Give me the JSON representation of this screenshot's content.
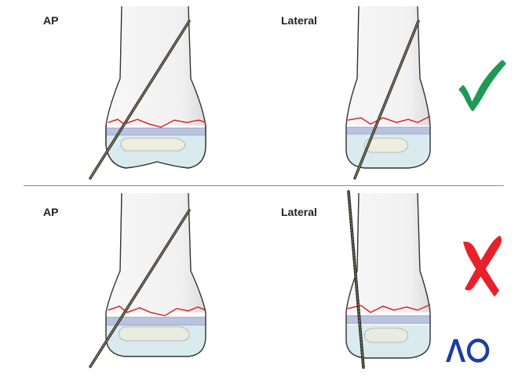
{
  "panels": [
    {
      "label": "AP",
      "view": "ap",
      "verdict": "correct"
    },
    {
      "label": "Lateral",
      "view": "lateral",
      "verdict": "correct"
    },
    {
      "label": "AP",
      "view": "ap",
      "verdict": "incorrect"
    },
    {
      "label": "Lateral",
      "view": "lateral",
      "verdict": "incorrect"
    }
  ],
  "icons": {
    "correct": "check-mark-icon",
    "incorrect": "cross-mark-icon",
    "logo": "ao-logo"
  },
  "logo_text": "AO",
  "colors": {
    "check": "#1e9a55",
    "cross": "#e8202a",
    "physis_line": "#e0242c",
    "growth_plate": "#b9c3df",
    "epiphysis": "#d9ebee",
    "bone_fill": "#f5f5f5",
    "bone_outline": "#333333",
    "wire": "#6b6542",
    "logo_blue": "#1b3f9e"
  }
}
